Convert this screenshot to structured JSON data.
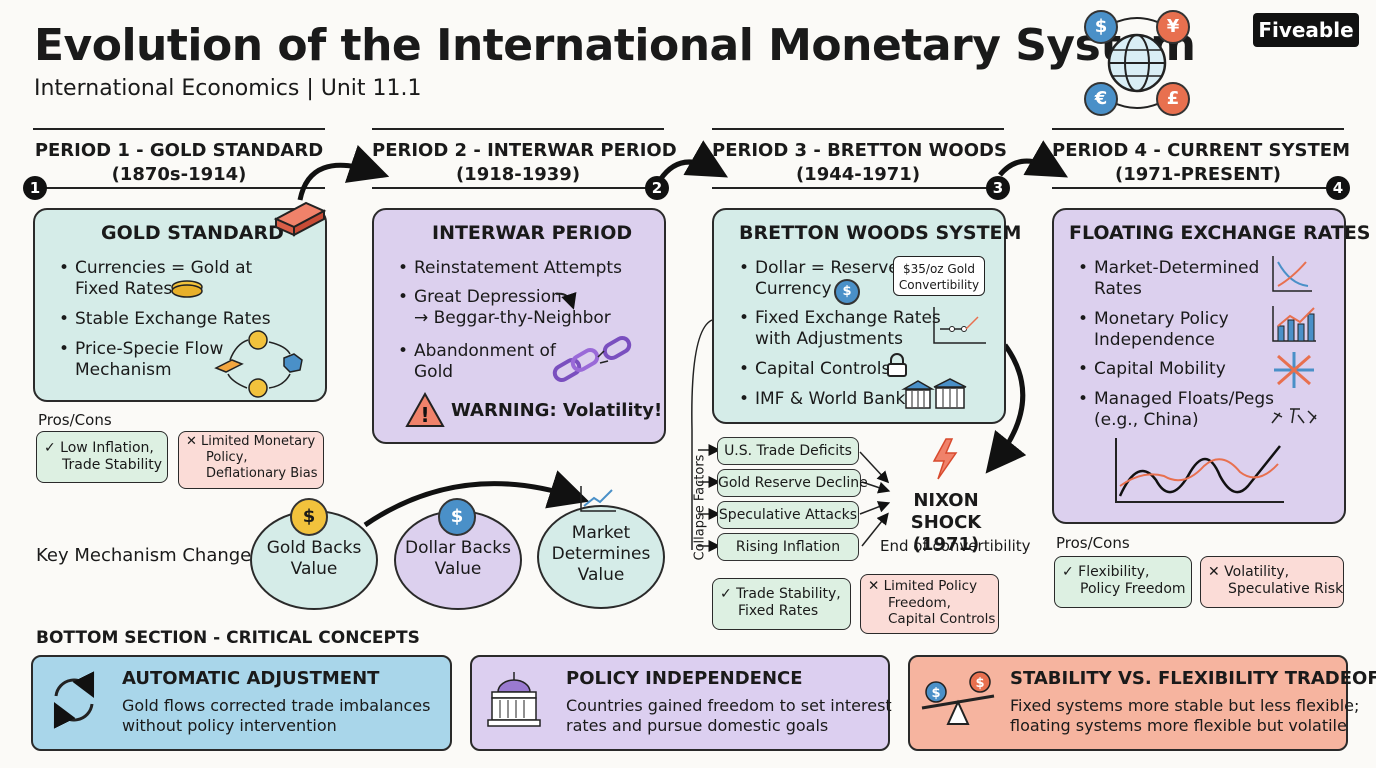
{
  "header": {
    "title": "Evolution of the International Monetary System",
    "subtitle": "International Economics | Unit 11.1",
    "brand": "Fiveable",
    "currency_icons": [
      "$",
      "¥",
      "€",
      "£"
    ]
  },
  "periods": [
    {
      "number": "1",
      "title": "PERIOD 1 - GOLD STANDARD",
      "dates": "(1870s-1914)"
    },
    {
      "number": "2",
      "title": "PERIOD 2 - INTERWAR PERIOD",
      "dates": "(1918-1939)"
    },
    {
      "number": "3",
      "title": "PERIOD 3 - BRETTON WOODS",
      "dates": "(1944-1971)"
    },
    {
      "number": "4",
      "title": "PERIOD 4 - CURRENT SYSTEM",
      "dates": "(1971-PRESENT)"
    }
  ],
  "gold": {
    "card_title": "GOLD STANDARD",
    "bullets": [
      "Currencies = Gold at",
      "Fixed Rates",
      "Stable Exchange Rates",
      "Price-Specie Flow",
      "Mechanism"
    ],
    "pros_cons_label": "Pros/Cons",
    "pro": [
      "✓ Low Inflation,",
      "Trade Stability"
    ],
    "con": [
      "✕ Limited Monetary",
      "Policy,",
      "Deflationary Bias"
    ]
  },
  "interwar": {
    "card_title": "INTERWAR PERIOD",
    "bullets": [
      "Reinstatement Attempts",
      "Great Depression",
      "→ Beggar-thy-Neighbor",
      "Abandonment of",
      "Gold"
    ],
    "warning": "WARNING: Volatility!"
  },
  "bretton": {
    "card_title": "BRETTON WOODS SYSTEM",
    "bullets": [
      "Dollar = Reserve",
      "Currency",
      "Fixed Exchange Rates",
      "with Adjustments",
      "Capital Controls",
      "IMF & World Bank"
    ],
    "gold_tag": [
      "$35/oz Gold",
      "Convertibility"
    ],
    "collapse_label": "Collapse Factors",
    "factors": [
      "U.S. Trade Deficits",
      "Gold Reserve Decline",
      "Speculative Attacks",
      "Rising Inflation"
    ],
    "nixon_title": [
      "NIXON SHOCK",
      "(1971)"
    ],
    "nixon_sub": "End of convertibility",
    "pro": [
      "✓ Trade Stability,",
      "Fixed Rates"
    ],
    "con": [
      "✕ Limited Policy",
      "Freedom,",
      "Capital Controls"
    ]
  },
  "floating": {
    "card_title": "FLOATING EXCHANGE RATES",
    "bullets": [
      "Market-Determined",
      "Rates",
      "Monetary Policy",
      "Independence",
      "Capital Mobility",
      "Managed Floats/Pegs",
      "(e.g., China)"
    ],
    "pros_cons_label": "Pros/Cons",
    "pro": [
      "✓ Flexibility,",
      "Policy Freedom"
    ],
    "con": [
      "✕ Volatility,",
      "Speculative Risk"
    ]
  },
  "mechanism": {
    "label": "Key Mechanism Changes",
    "bubbles": [
      {
        "lines": [
          "Gold Backs",
          "Value"
        ],
        "icon": "$"
      },
      {
        "lines": [
          "Dollar Backs",
          "Value"
        ],
        "icon": "$"
      },
      {
        "lines": [
          "Market",
          "Determines",
          "Value"
        ],
        "icon": "chart-up-icon"
      }
    ]
  },
  "bottom": {
    "section_title": "BOTTOM SECTION - CRITICAL CONCEPTS",
    "cards": [
      {
        "title": "AUTOMATIC ADJUSTMENT",
        "lines": [
          "Gold flows corrected trade imbalances",
          "without policy intervention"
        ],
        "color": "#a9d6ea"
      },
      {
        "title": "POLICY INDEPENDENCE",
        "lines": [
          "Countries gained freedom to set interest",
          "rates and pursue domestic goals"
        ],
        "color": "#dccff0"
      },
      {
        "title": "STABILITY VS. FLEXIBILITY TRADEOFF",
        "lines": [
          "Fixed systems more stable but less flexible;",
          "floating systems more flexible but volatile"
        ],
        "color": "#f6b49f"
      }
    ]
  }
}
